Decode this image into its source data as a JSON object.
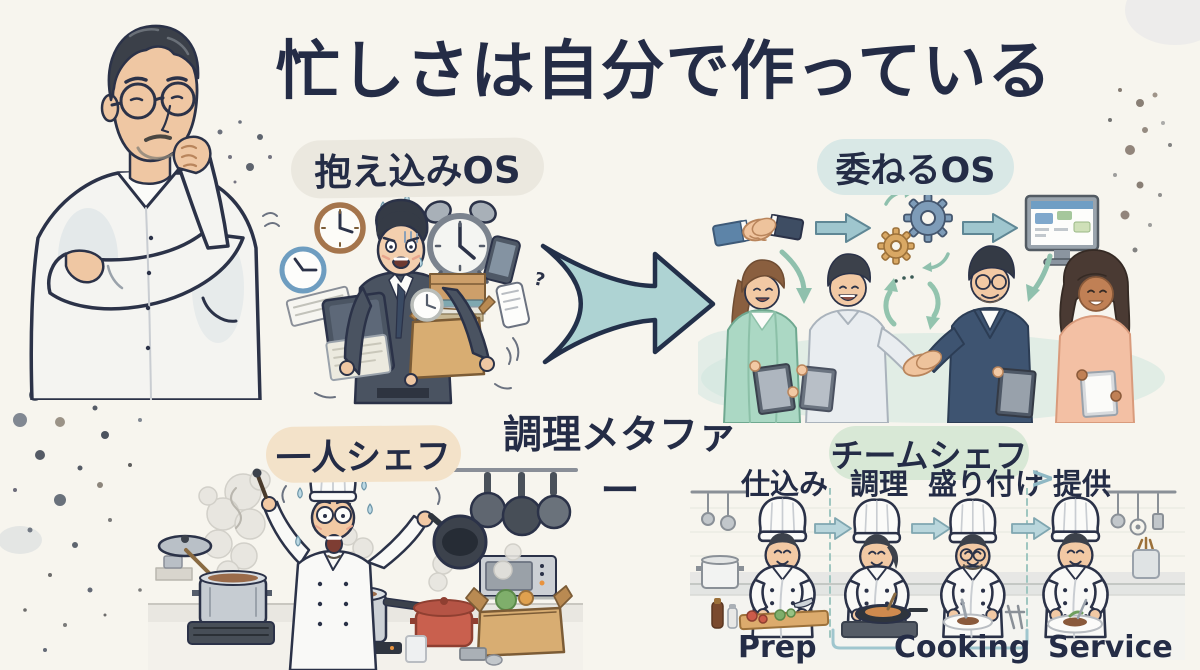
{
  "title": "忙しさは自分で作っている",
  "panels": {
    "hoarding_os": {
      "label": "抱え込みOS"
    },
    "delegate_os": {
      "label": "委ねるOS"
    },
    "cooking_metaphor": {
      "label": "調理メタファー"
    },
    "solo_chef": {
      "label": "一人シェフ"
    },
    "team_chef": {
      "label": "チームシェフ",
      "stages_jp": [
        "仕込み",
        "調理",
        "盛り付け",
        "提供"
      ],
      "stage_chevron": ">",
      "stages_en": [
        "Prep",
        "Cooking",
        "Service"
      ]
    }
  },
  "colors": {
    "background": "#f7f5ee",
    "ink": "#2b3248",
    "arrow_teal": "#aed3d3",
    "hoarding_label_bg": "#ebe8df",
    "delegate_label_bg": "#d9e8e6",
    "solo_label_bg": "#f3e2c9",
    "team_label_bg": "#d8e8d6",
    "chevron_teal": "#8fb8c4"
  }
}
